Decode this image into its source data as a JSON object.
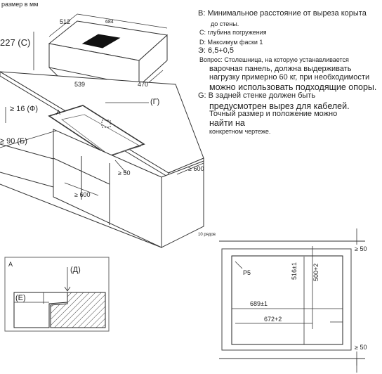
{
  "header": {
    "units_label": "размер в мм"
  },
  "product_view": {
    "dims": {
      "width_top": "512",
      "depth_top": "684",
      "height": "227 (C)",
      "width_bottom": "539",
      "depth_bottom": "470"
    }
  },
  "notes": {
    "b_line1": "B: Минимальное расстояние от выреза корыта",
    "b_line2": "до стены.",
    "c_line": "C: глубина погружения",
    "d_line": "D: Максимум фаски 1",
    "e_line": "Э: 6,5+0,5",
    "q_line1": "Вопрос: Столешница, на которую устанавливается",
    "q_line2": "варочная панель, должна выдерживать",
    "q_line3": "нагрузку примерно 60 кг, при необходимости",
    "q_line4": "можно использовать подходящие опоры.",
    "g_line1": "G: В задней стенке должен быть",
    "g_line2": "предусмотрен вырез для кабелей.",
    "g_line3": "Точный размер и положение можно",
    "g_line4": "найти на",
    "g_line5": "конкретном чертеже."
  },
  "countertop_view": {
    "labels": {
      "g_marker": "(Г)",
      "f_dim": "≥ 16 (Ф)",
      "b_dim": "≥ 90 (Б)",
      "a_marker": "A",
      "dim_50": "≥ 50",
      "dim_600_right": "≥ 600",
      "dim_600_inner": "≥ 600"
    }
  },
  "detail_a": {
    "title": "A",
    "d_label": "(Д)",
    "e_label": "(Е)"
  },
  "cutout_view": {
    "rows_label": "10 рядов",
    "top_gap": "≥ 50",
    "bottom_gap": "≥ 50",
    "p5": "P5",
    "w_689": "689±1",
    "w_672": "672+2",
    "h_516": "516±1",
    "h_500": "500+2"
  }
}
